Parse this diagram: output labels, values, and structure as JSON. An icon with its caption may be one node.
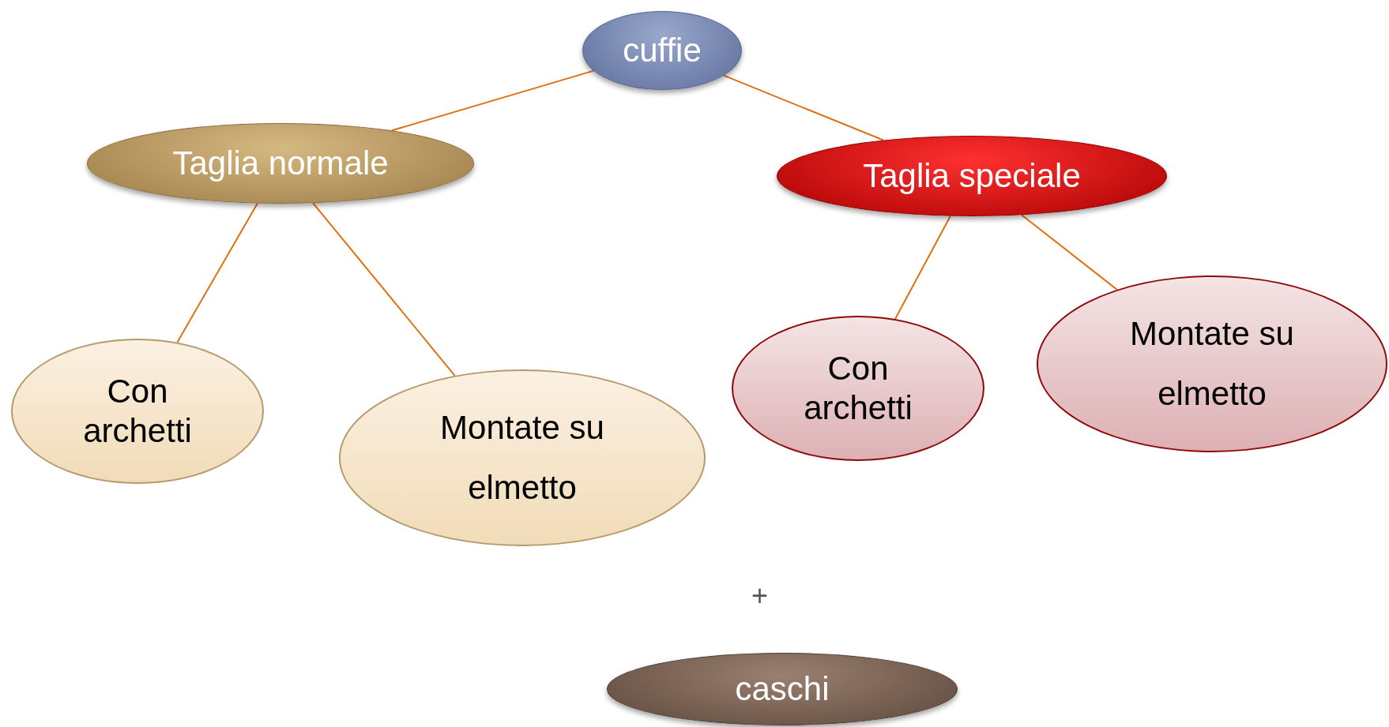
{
  "diagram": {
    "nodes": [
      {
        "text": [
          "cuffie"
        ]
      },
      {
        "text": [
          "Taglia normale"
        ]
      },
      {
        "text": [
          "Taglia speciale"
        ]
      },
      {
        "text": [
          "Con archetti"
        ]
      },
      {
        "text": [
          "Montate su elmetto"
        ]
      },
      {
        "text": [
          "Con archetti"
        ]
      },
      {
        "text": [
          "Montate su elmetto"
        ]
      },
      {
        "text": [
          "caschi"
        ]
      }
    ],
    "edges": [
      {
        "from": 0,
        "to": 1,
        "arrow": "none"
      },
      {
        "from": 0,
        "to": 2,
        "arrow": "none"
      },
      {
        "from": 1,
        "to": 3,
        "arrow": "none"
      },
      {
        "from": 1,
        "to": 4,
        "arrow": "none"
      },
      {
        "from": 2,
        "to": 5,
        "arrow": "none"
      },
      {
        "from": 2,
        "to": 6,
        "arrow": "none"
      }
    ],
    "labels": [
      "+"
    ]
  }
}
